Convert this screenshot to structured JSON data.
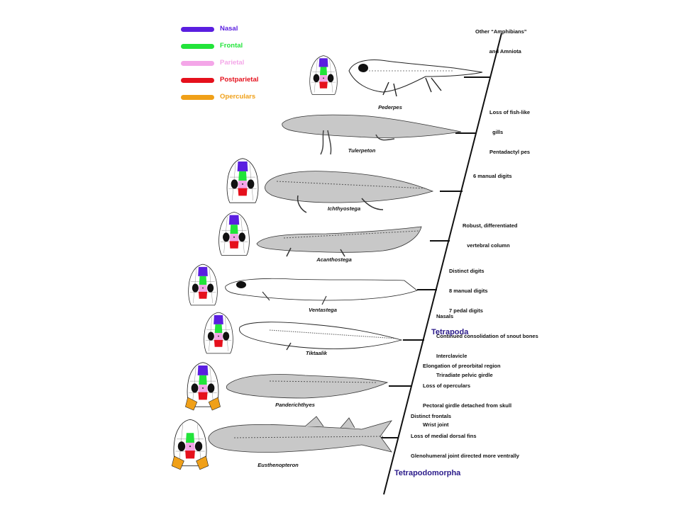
{
  "legend": [
    {
      "label": "Nasal",
      "color": "#5a1ee0"
    },
    {
      "label": "Frontal",
      "color": "#22e43a"
    },
    {
      "label": "Parietal",
      "color": "#f4a6e8"
    },
    {
      "label": "Postparietal",
      "color": "#e5101c"
    },
    {
      "label": "Operculars",
      "color": "#f0a018"
    }
  ],
  "taxa": [
    {
      "name": "Pederpes",
      "skull": true,
      "operculars": false
    },
    {
      "name": "Tulerpeton",
      "skull": false,
      "operculars": false
    },
    {
      "name": "Ichthyostega",
      "skull": true,
      "operculars": false
    },
    {
      "name": "Acanthostega",
      "skull": true,
      "operculars": false
    },
    {
      "name": "Ventastega",
      "skull": true,
      "operculars": false
    },
    {
      "name": "Tiktaalik",
      "skull": true,
      "operculars": false
    },
    {
      "name": "Panderichthyes",
      "skull": true,
      "operculars": true
    },
    {
      "name": "Eusthenopteron",
      "skull": true,
      "operculars": true
    }
  ],
  "top_label": [
    "Other “Amphibians”",
    "and Amniota"
  ],
  "characters": [
    [
      "Loss of fish-like",
      "  gills",
      "Pentadactyl pes"
    ],
    [
      "6 manual digits"
    ],
    [
      "Robust, differentiated",
      "   vertebral column"
    ],
    [
      "Distinct digits",
      "8 manual digits",
      "7 pedal digits"
    ],
    [
      "Nasals",
      "Continued consolidation of snout bones",
      "Interclavicle",
      "Triradiate pelvic girdle"
    ],
    [
      "Elongation of preorbital region",
      "Loss of operculars",
      "Pectoral girdle detached from skull",
      "Wrist joint"
    ],
    [
      "Distinct frontals",
      "Loss of medial dorsal fins",
      "Glenohumeral joint directed more ventrally"
    ]
  ],
  "clades": {
    "tetrapoda": "Tetrapoda",
    "tetrapodomorpha": "Tetrapodomorpha"
  },
  "colors": {
    "body_fill": "#c8c8c8",
    "outline": "#222222",
    "clade_text": "#2a1a8a"
  }
}
